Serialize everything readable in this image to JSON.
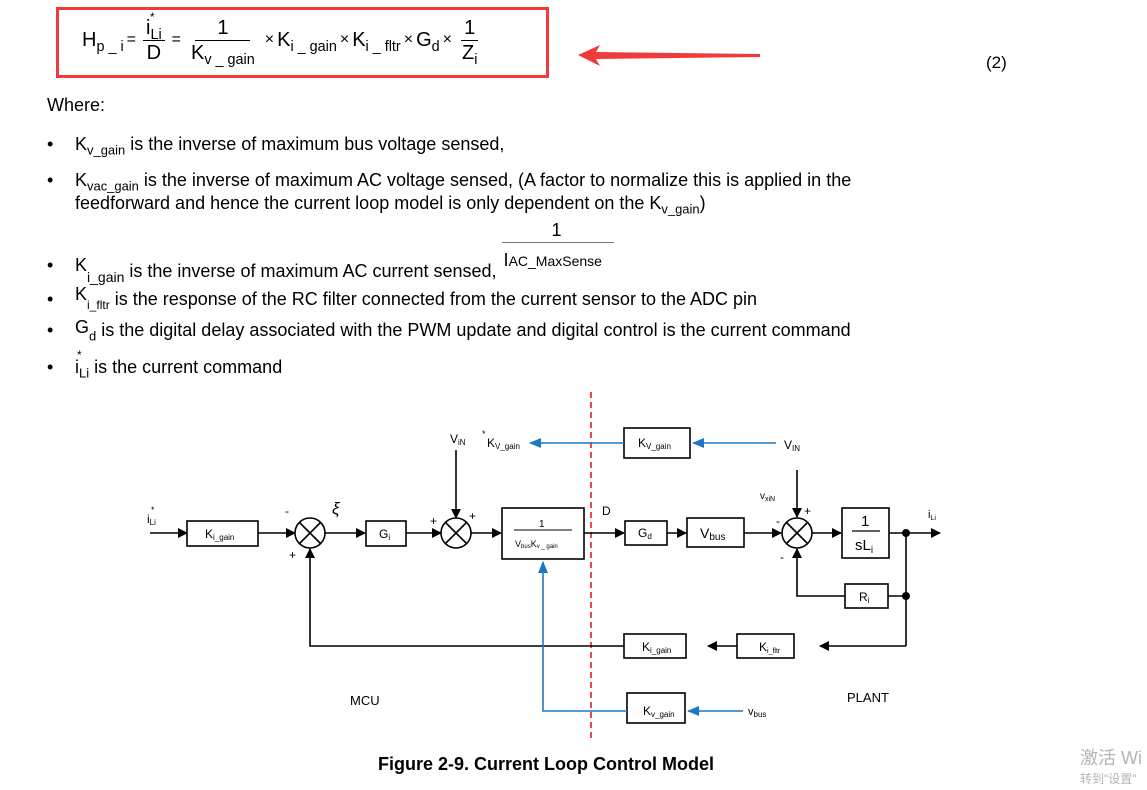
{
  "equation": {
    "lhs": "H",
    "lhs_sub": "p _ i",
    "frac1_num": "i",
    "frac1_num_sub": "Li",
    "frac1_star": "*",
    "frac1_den": "D",
    "frac2_num": "1",
    "frac2_den": "K",
    "frac2_den_sub": "v _ gain",
    "term1": "K",
    "term1_sub": "i _ gain",
    "term2": "K",
    "term2_sub": "i _ fltr",
    "term3": "G",
    "term3_sub": "d",
    "frac3_num": "1",
    "frac3_den": "Z",
    "frac3_den_sub": "i",
    "equals": "=",
    "times": "×",
    "number": "(2)",
    "highlight_color": "#ef3b3b"
  },
  "where_label": "Where:",
  "bullets": [
    {
      "sym": "K",
      "sub": "v_gain",
      "text": " is the inverse of maximum bus voltage sensed,"
    },
    {
      "sym": "K",
      "sub": "vac_gain",
      "text": " is the inverse of maximum AC voltage sensed, (A factor to normalize this is applied in the",
      "line2": "feedforward and hence the current loop model is only dependent on the K",
      "line2_sub": "v_gain",
      "line2_end": ")"
    },
    {
      "sym": "K",
      "sub": "i_gain",
      "text": " is the inverse of maximum AC current sensed, ",
      "frac_num": "1",
      "frac_den": "I",
      "frac_den_sub": "AC_MaxSense"
    },
    {
      "sym": "K",
      "sub": "i_fltr",
      "text": " is the response of the RC filter connected from the current sensor to the ADC pin"
    },
    {
      "sym": "G",
      "sub": "d",
      "text": " is the digital delay associated with the PWM update and digital control is the current command"
    },
    {
      "sym": "i",
      "sub": "Li",
      "star": "*",
      "text": " is the current command"
    }
  ],
  "bullet_char": "•",
  "diagram": {
    "input_label": "i",
    "input_sub": "Li",
    "input_star": "*",
    "blocks": {
      "ki_gain_fwd": {
        "main": "K",
        "sub": "i_gain"
      },
      "gi": {
        "main": "G",
        "sub": "i"
      },
      "inv_block": {
        "num": "1",
        "den_a": "V",
        "den_a_sub": "bus",
        "den_b": "K",
        "den_b_sub": "v _ gain"
      },
      "gd": {
        "main": "G",
        "sub": "d"
      },
      "vbus": {
        "main": "V",
        "sub": "bus"
      },
      "plant": {
        "num": "1",
        "den": "sL",
        "den_sub": "i"
      },
      "ri": {
        "main": "R",
        "sub": "i"
      },
      "ki_fltr": {
        "main": "K",
        "sub": "i_fltr"
      },
      "ki_gain_fb": {
        "main": "K",
        "sub": "i_gain"
      },
      "kv_gain_top": {
        "main": "K",
        "sub": "V_gain"
      },
      "kv_gain_bottom": {
        "main": "K",
        "sub": "v_gain"
      }
    },
    "labels": {
      "xi": "ξ",
      "vin_left": "V",
      "vin_left_sub": "iN",
      "kv_star": "*",
      "kv_left": "K",
      "kv_left_sub": "V_gain",
      "vin_right": "V",
      "vin_right_sub": "IN",
      "d": "D",
      "vxin": "v",
      "vxin_sub": "xiN",
      "output": "i",
      "output_sub": "Li",
      "vbus_in": "v",
      "vbus_in_sub": "bus",
      "mcu": "MCU",
      "plant": "PLANT",
      "minus": "-",
      "plus": "+"
    },
    "colors": {
      "line": "#000000",
      "feedforward": "#1f77c4",
      "divider": "#e02020"
    }
  },
  "caption": "Figure 2-9. Current Loop Control Model",
  "watermark": {
    "line1": "激活 Wi",
    "line2": "转到\"设置\""
  }
}
